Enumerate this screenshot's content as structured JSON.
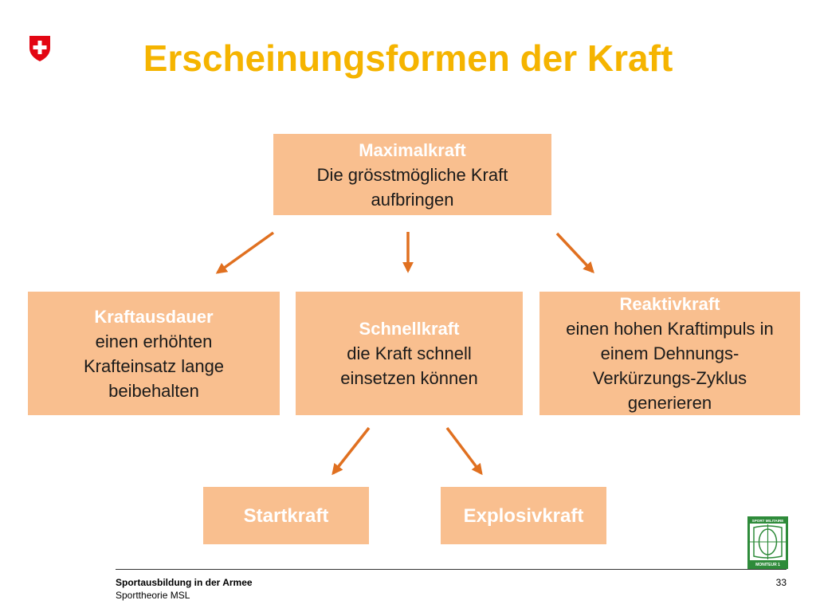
{
  "title": "Erscheinungsformen der Kraft",
  "boxes": {
    "maximalkraft": {
      "head": "Maximalkraft",
      "line1": "Die grösstmögliche Kraft",
      "line2": "aufbringen"
    },
    "kraftausdauer": {
      "head": "Kraftausdauer",
      "line1": "einen erhöhten",
      "line2": "Krafteinsatz lange",
      "line3": "beibehalten"
    },
    "schnellkraft": {
      "head": "Schnellkraft",
      "line1": "die Kraft schnell",
      "line2": "einsetzen können"
    },
    "reaktivkraft": {
      "head": "Reaktivkraft",
      "line1": "einen hohen Kraftimpuls in",
      "line2": "einem Dehnungs-",
      "line3": "Verkürzungs-Zyklus",
      "line4": "generieren"
    },
    "startkraft": {
      "head": "Startkraft"
    },
    "explosivkraft": {
      "head": "Explosivkraft"
    }
  },
  "footer": {
    "org": "Sportausbildung in der Armee",
    "subtitle": "Sporttheorie MSL",
    "page": "33"
  },
  "logo": {
    "top_text": "SPORT MILITAIRE",
    "bottom_text": "MONITEUR 1"
  },
  "colors": {
    "title": "#f5b400",
    "box": "#f9bf8f",
    "arrow": "#e07020",
    "logo_green": "#2e8b3a",
    "swiss_red": "#e30613"
  }
}
